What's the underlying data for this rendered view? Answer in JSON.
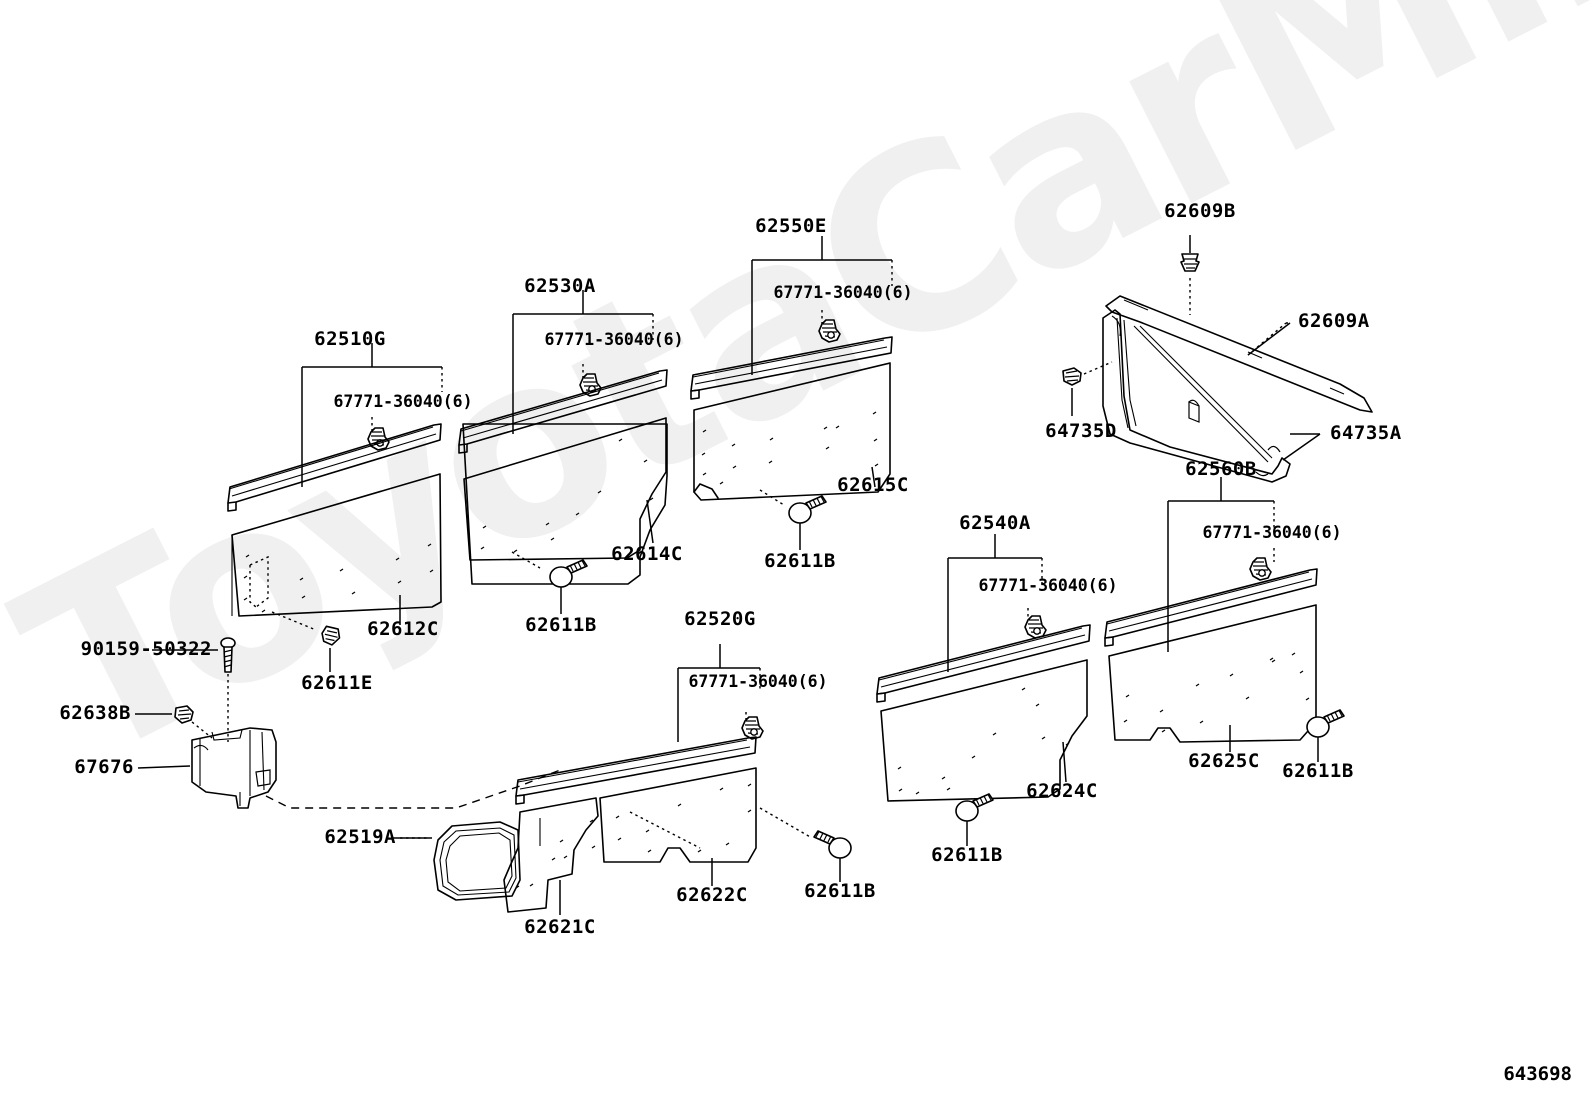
{
  "diagram": {
    "id": "643698",
    "watermark": "ToyotaCarMine.ru",
    "type": "automotive-parts-exploded-diagram",
    "title": "Quarter trim panel assembly"
  },
  "labels": {
    "p62510G": "62510G",
    "p62530A": "62530A",
    "p62550E": "62550E",
    "p62520G": "62520G",
    "p62540A": "62540A",
    "p62560B": "62560B",
    "clip1": "67771-36040(6)",
    "clip2": "67771-36040(6)",
    "clip3": "67771-36040(6)",
    "clip4": "67771-36040(6)",
    "clip5": "67771-36040(6)",
    "clip6": "67771-36040(6)",
    "p62612C": "62612C",
    "p62614C": "62614C",
    "p62615C": "62615C",
    "p62622C": "62622C",
    "p62621C": "62621C",
    "p62624C": "62624C",
    "p62625C": "62625C",
    "p62611E": "62611E",
    "p62611B_a": "62611B",
    "p62611B_b": "62611B",
    "p62611B_c": "62611B",
    "p62611B_d": "62611B",
    "p62611B_e": "62611B",
    "p90159": "90159-50322",
    "p62638B": "62638B",
    "p67676": "67676",
    "p62519A": "62519A",
    "p62609B": "62609B",
    "p62609A": "62609A",
    "p64735D": "64735D",
    "p64735A": "64735A"
  }
}
